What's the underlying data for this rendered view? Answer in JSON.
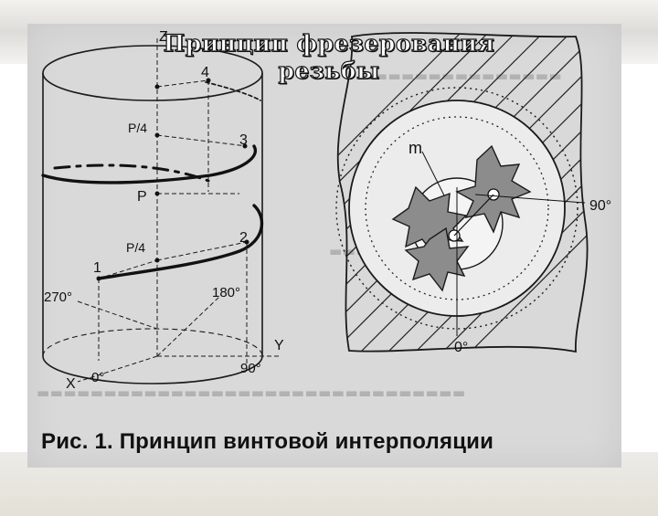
{
  "slide": {
    "title_line1": "Принцип фрезерования",
    "title_line2": "резьбы"
  },
  "figure": {
    "caption": "Рис. 1. Принцип винтовой интерполяции",
    "cylinder": {
      "axis_z": "Z",
      "axis_x": "X",
      "axis_y": "Y",
      "angle_0": "0°",
      "angle_90": "90°",
      "angle_180": "180°",
      "angle_270": "270°",
      "point_1": "1",
      "point_2": "2",
      "point_3": "3",
      "point_4": "4",
      "pitch_quarter_lower": "P/4",
      "pitch_full": "P",
      "pitch_quarter_upper": "P/4"
    },
    "cross_section": {
      "label_m": "m",
      "angle_90": "90°",
      "angle_0": "0°"
    }
  }
}
